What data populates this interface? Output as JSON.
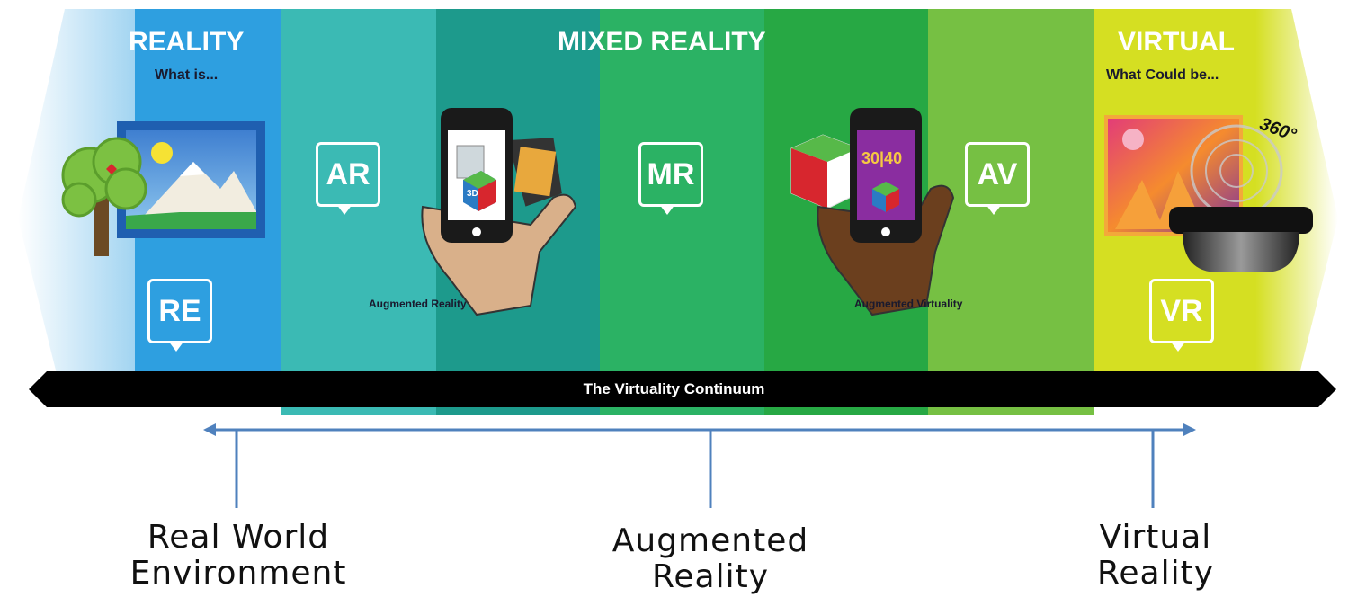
{
  "banner": {
    "reality_title": "REALITY",
    "reality_sub": "What is...",
    "mixed_title": "MIXED REALITY",
    "virtual_title": "VIRTUAL",
    "virtual_sub": "What Could be...",
    "continuum_label": "The Virtuality Continuum",
    "badges": {
      "re": "RE",
      "ar": "AR",
      "mr": "MR",
      "av": "AV",
      "vr": "VR"
    },
    "captions": {
      "ar": "Augmented Reality",
      "av": "Augmented Virtuality"
    },
    "degree_text": "360°",
    "cube_label": "3D",
    "phone_numbers": "30|40"
  },
  "scale": {
    "labels": [
      {
        "line1": "Real World",
        "line2": "Environment"
      },
      {
        "line1": "Augmented",
        "line2": "Reality"
      },
      {
        "line1": "Virtual",
        "line2": "Reality"
      }
    ]
  },
  "colors": {
    "reality_blue": "#2e9fe0",
    "teal_light": "#3bbab4",
    "teal_dark": "#1d9a8c",
    "green_mid": "#2bb264",
    "green_dark": "#27a844",
    "green_light": "#76c043",
    "yellow_green": "#d5df22",
    "arrow_blue": "#4f81bd"
  }
}
